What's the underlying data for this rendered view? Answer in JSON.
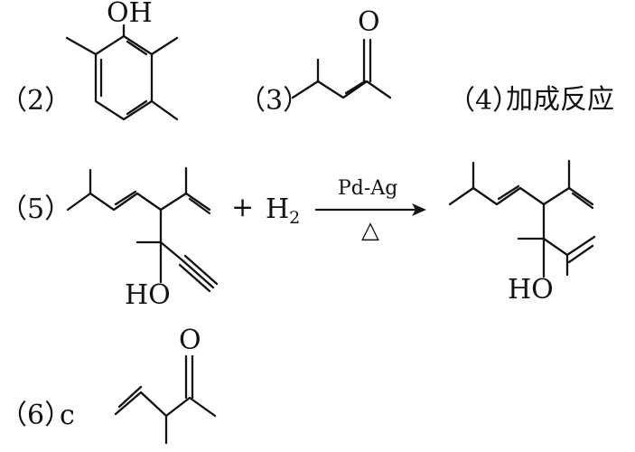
{
  "items": [
    {
      "label": "（2）"
    },
    {
      "label": "（3）"
    },
    {
      "label": "（4）",
      "answer": "加成反应"
    },
    {
      "label": "（5）"
    },
    {
      "label": "（6）",
      "answer": "c"
    }
  ],
  "atoms": {
    "oh": "OH",
    "o": "O",
    "ho": "HO"
  },
  "reaction": {
    "plus": "+",
    "h2_symbol": "H",
    "h2_subscript": "2",
    "catalyst": "Pd-Ag",
    "heat_symbol": "△"
  },
  "colors": {
    "ink": "#111111",
    "background": "#ffffff"
  }
}
